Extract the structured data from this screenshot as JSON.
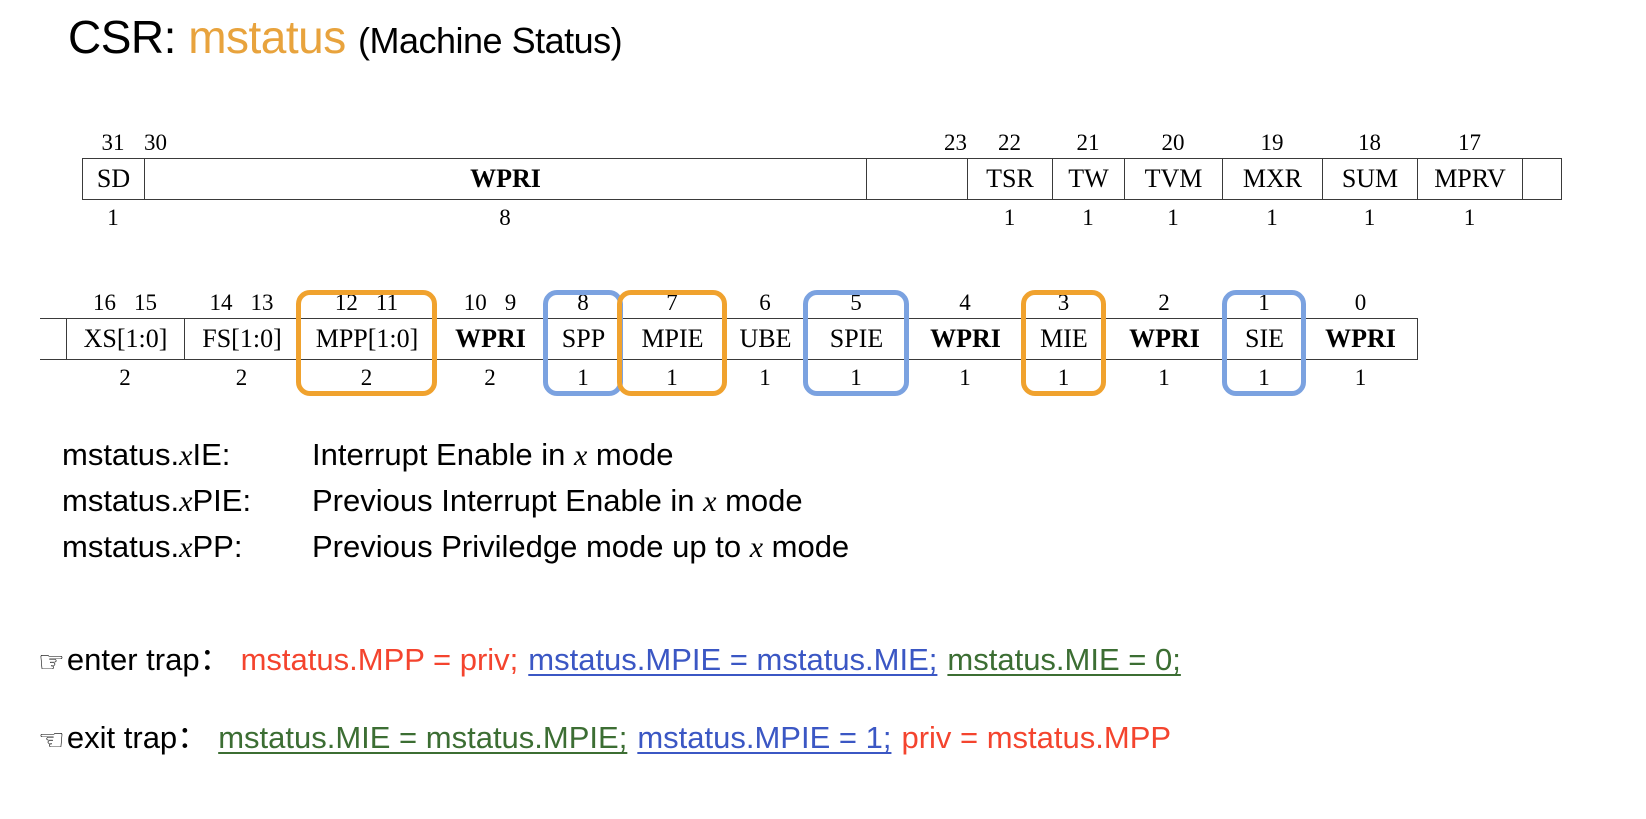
{
  "slide": {
    "title_prefix": "CSR: ",
    "title_csr": "mstatus",
    "title_suffix": "(Machine Status)",
    "accent_color": "#E8A33D"
  },
  "colors": {
    "orange_highlight": "#F0A22E",
    "blue_highlight": "#7BA2E0",
    "red_text": "#F4442E",
    "blue_text": "#3B57C4",
    "green_text": "#3C6E33"
  },
  "register_high": {
    "cells": [
      {
        "bits": "31",
        "name": "SD",
        "width": "1",
        "bold": false,
        "highlight": "none"
      },
      {
        "bits": "30",
        "name": "WPRI",
        "width": "8",
        "bold": true,
        "highlight": "none"
      },
      {
        "bits": "23",
        "name": "",
        "width": "",
        "bold": false,
        "highlight": "none"
      },
      {
        "bits": "22",
        "name": "TSR",
        "width": "1",
        "bold": false,
        "highlight": "none"
      },
      {
        "bits": "21",
        "name": "TW",
        "width": "1",
        "bold": false,
        "highlight": "none"
      },
      {
        "bits": "20",
        "name": "TVM",
        "width": "1",
        "bold": false,
        "highlight": "none"
      },
      {
        "bits": "19",
        "name": "MXR",
        "width": "1",
        "bold": false,
        "highlight": "none"
      },
      {
        "bits": "18",
        "name": "SUM",
        "width": "1",
        "bold": false,
        "highlight": "none"
      },
      {
        "bits": "17",
        "name": "MPRV",
        "width": "1",
        "bold": false,
        "highlight": "none"
      },
      {
        "bits": "",
        "name": "",
        "width": "",
        "bold": false,
        "highlight": "none"
      }
    ]
  },
  "register_low": {
    "cells": [
      {
        "bits_hi": "16",
        "bits_lo": "15",
        "name": "XS[1:0]",
        "width": "2",
        "bold": false,
        "highlight": "none"
      },
      {
        "bits_hi": "14",
        "bits_lo": "13",
        "name": "FS[1:0]",
        "width": "2",
        "bold": false,
        "highlight": "none"
      },
      {
        "bits_hi": "12",
        "bits_lo": "11",
        "name": "MPP[1:0]",
        "width": "2",
        "bold": false,
        "highlight": "orange"
      },
      {
        "bits_hi": "10",
        "bits_lo": "9",
        "name": "WPRI",
        "width": "2",
        "bold": true,
        "highlight": "none"
      },
      {
        "bits_hi": "8",
        "bits_lo": "",
        "name": "SPP",
        "width": "1",
        "bold": false,
        "highlight": "blue"
      },
      {
        "bits_hi": "7",
        "bits_lo": "",
        "name": "MPIE",
        "width": "1",
        "bold": false,
        "highlight": "orange"
      },
      {
        "bits_hi": "6",
        "bits_lo": "",
        "name": "UBE",
        "width": "1",
        "bold": false,
        "highlight": "none"
      },
      {
        "bits_hi": "5",
        "bits_lo": "",
        "name": "SPIE",
        "width": "1",
        "bold": false,
        "highlight": "blue"
      },
      {
        "bits_hi": "4",
        "bits_lo": "",
        "name": "WPRI",
        "width": "1",
        "bold": true,
        "highlight": "none"
      },
      {
        "bits_hi": "3",
        "bits_lo": "",
        "name": "MIE",
        "width": "1",
        "bold": false,
        "highlight": "orange"
      },
      {
        "bits_hi": "2",
        "bits_lo": "",
        "name": "WPRI",
        "width": "1",
        "bold": true,
        "highlight": "none"
      },
      {
        "bits_hi": "1",
        "bits_lo": "",
        "name": "SIE",
        "width": "1",
        "bold": false,
        "highlight": "blue"
      },
      {
        "bits_hi": "0",
        "bits_lo": "",
        "name": "WPRI",
        "width": "1",
        "bold": true,
        "highlight": "none"
      }
    ]
  },
  "legend": [
    {
      "field": "mstatus.",
      "field_ital": "x",
      "field_rest": "IE:",
      "desc_pre": "Interrupt Enable in ",
      "desc_ital": "x",
      "desc_post": " mode"
    },
    {
      "field": "mstatus.",
      "field_ital": "x",
      "field_rest": "PIE:",
      "desc_pre": "Previous Interrupt Enable in ",
      "desc_ital": "x",
      "desc_post": " mode"
    },
    {
      "field": "mstatus.",
      "field_ital": "x",
      "field_rest": "PP:",
      "desc_pre": "Previous Priviledge mode up to ",
      "desc_ital": "x",
      "desc_post": " mode"
    }
  ],
  "trap_enter": {
    "icon": "pointing-hand-right-icon",
    "icon_glyph": "☞",
    "label": "enter trap：",
    "seg_red": "mstatus.MPP = priv;",
    "seg_blue": "mstatus.MPIE = mstatus.MIE;",
    "seg_green": "mstatus.MIE = 0;"
  },
  "trap_exit": {
    "icon": "pointing-hand-left-icon",
    "icon_glyph": "☜",
    "label": "exit trap：",
    "seg_green": "mstatus.MIE = mstatus.MPIE;",
    "seg_blue": "mstatus.MPIE = 1;",
    "seg_red": "priv = mstatus.MPP"
  }
}
